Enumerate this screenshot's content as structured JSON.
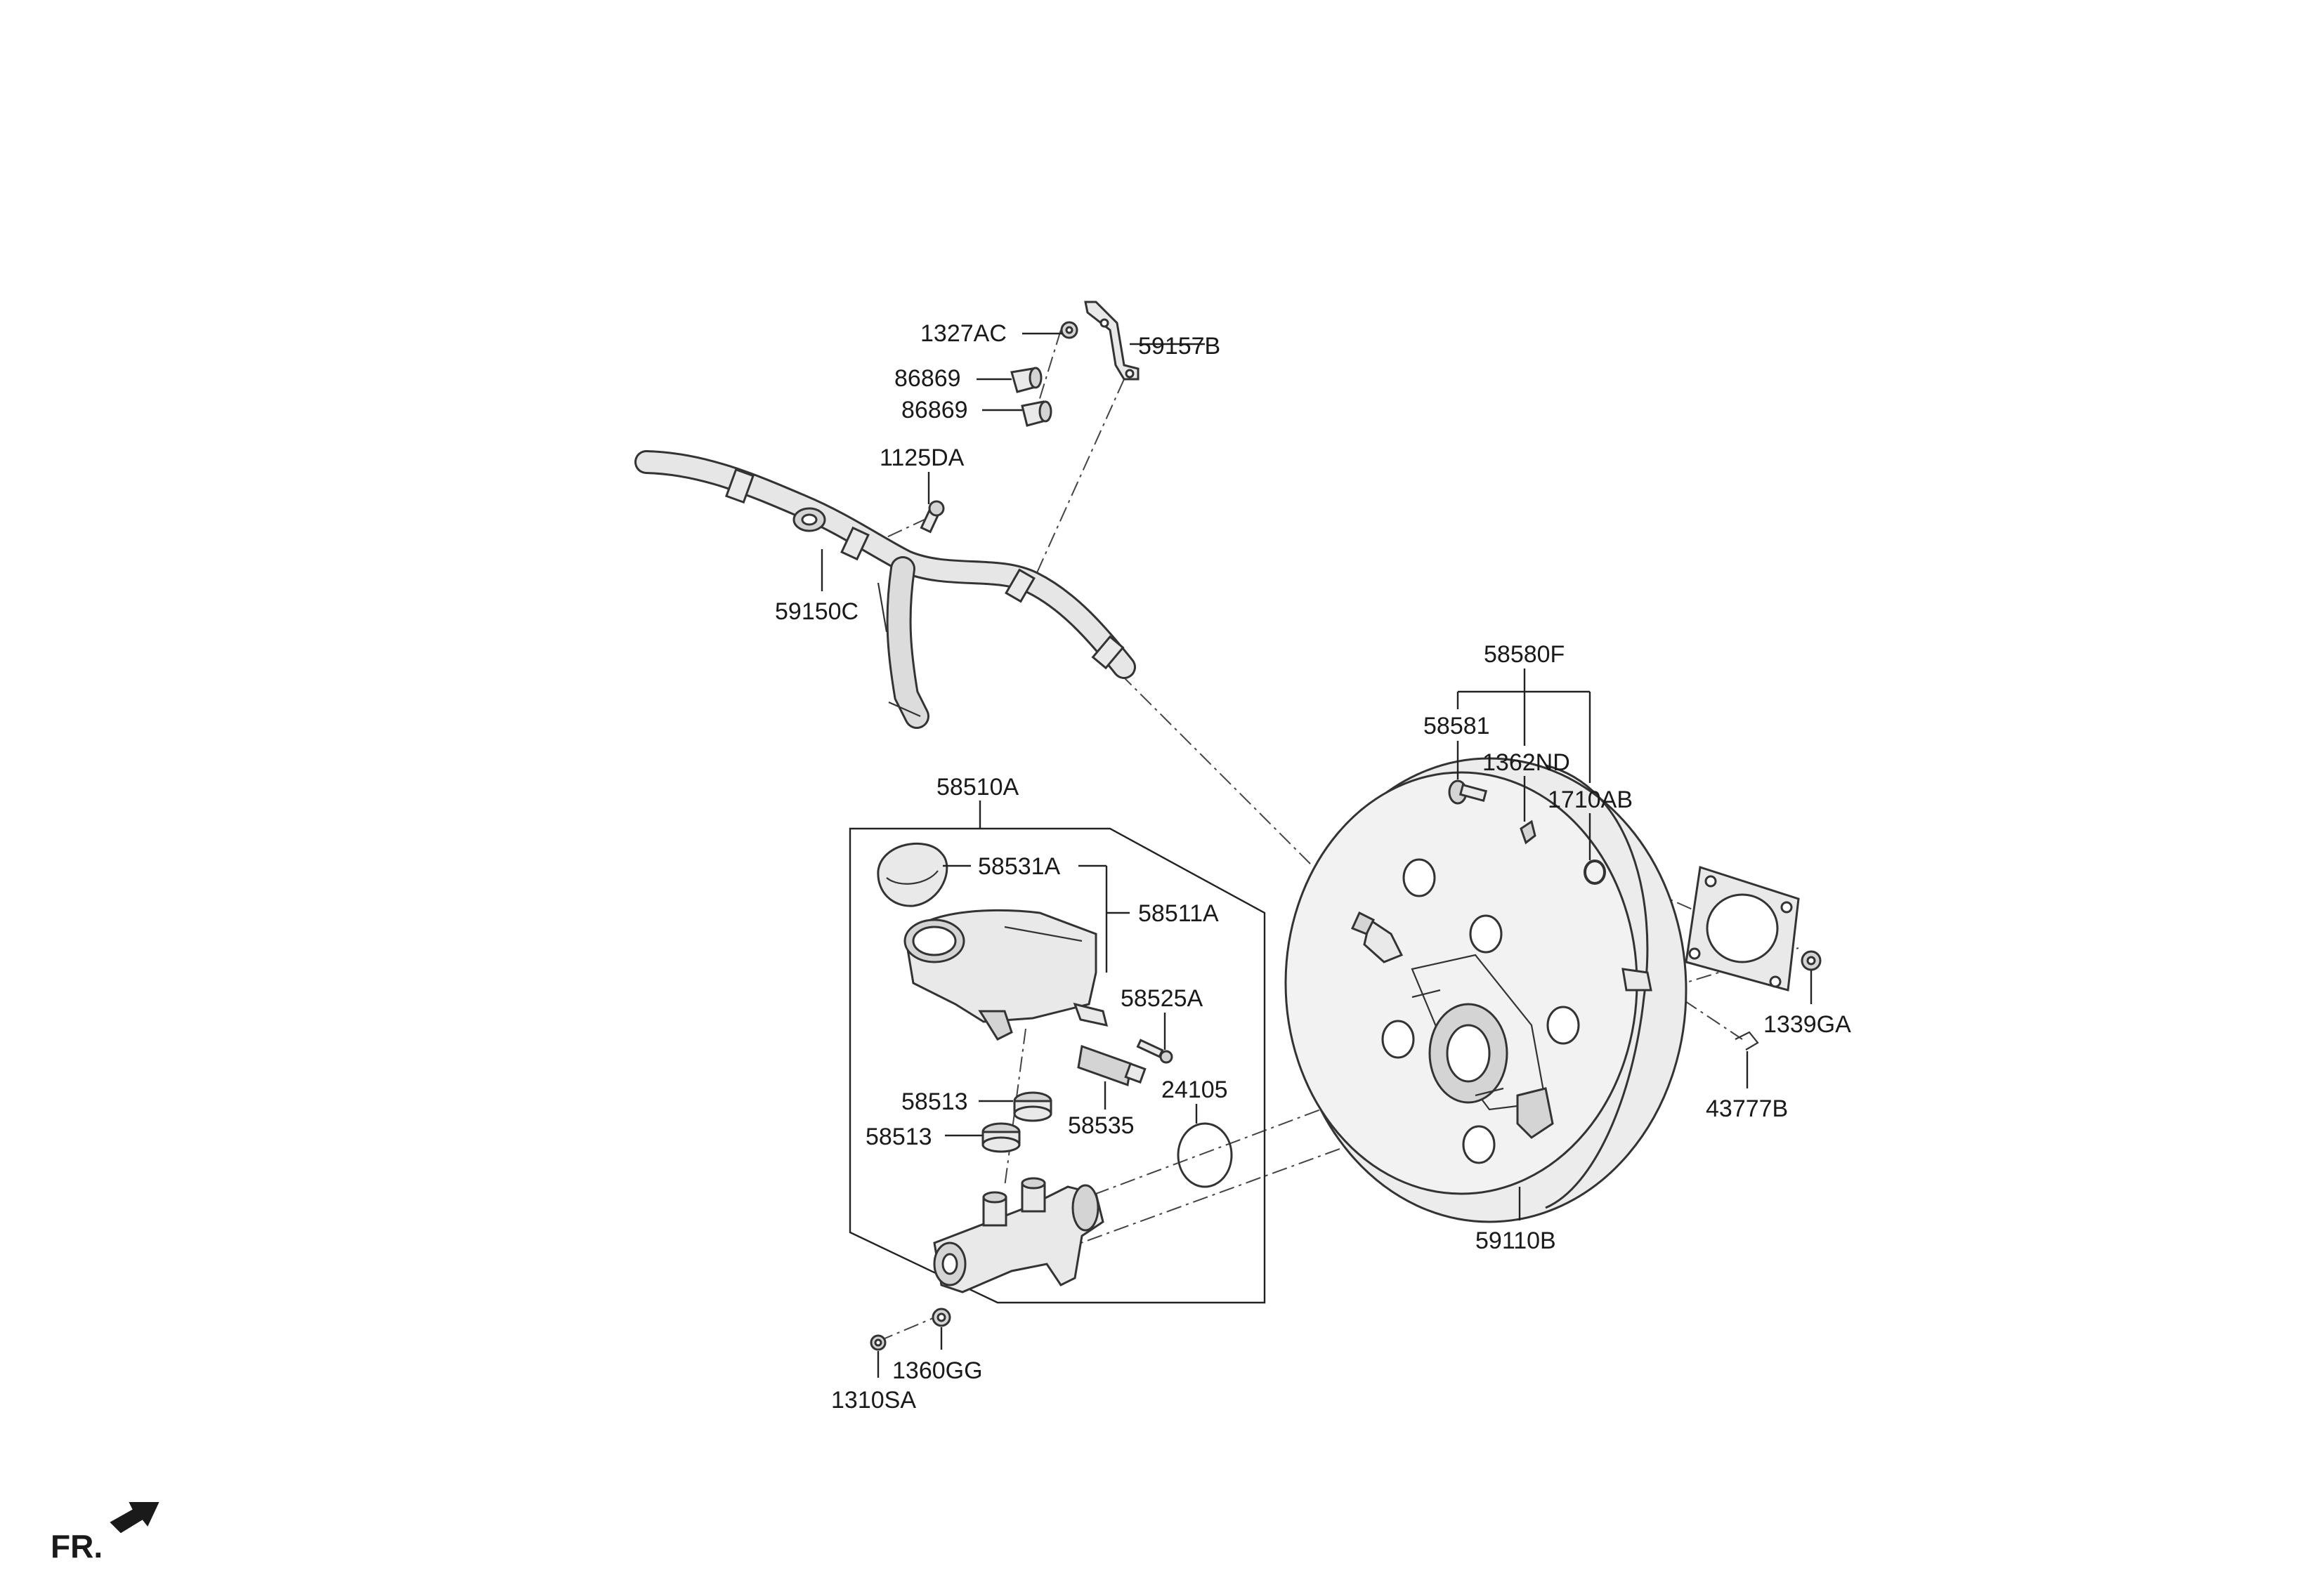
{
  "diagram": {
    "labels": {
      "p1327AC": "1327AC",
      "p59157B": "59157B",
      "p86869a": "86869",
      "p86869b": "86869",
      "p1125DA": "1125DA",
      "p59150C": "59150C",
      "p58580F": "58580F",
      "p58581": "58581",
      "p1362ND": "1362ND",
      "p1710AB": "1710AB",
      "p58510A": "58510A",
      "p58531A": "58531A",
      "p58511A": "58511A",
      "p58525A": "58525A",
      "p24105": "24105",
      "p58513a": "58513",
      "p58513b": "58513",
      "p58535": "58535",
      "p1339GA": "1339GA",
      "p43777B": "43777B",
      "p59110B": "59110B",
      "p1360GG": "1360GG",
      "p1310SA": "1310SA"
    },
    "direction": {
      "label": "FR.",
      "icon": "front-direction-arrow-icon"
    }
  }
}
